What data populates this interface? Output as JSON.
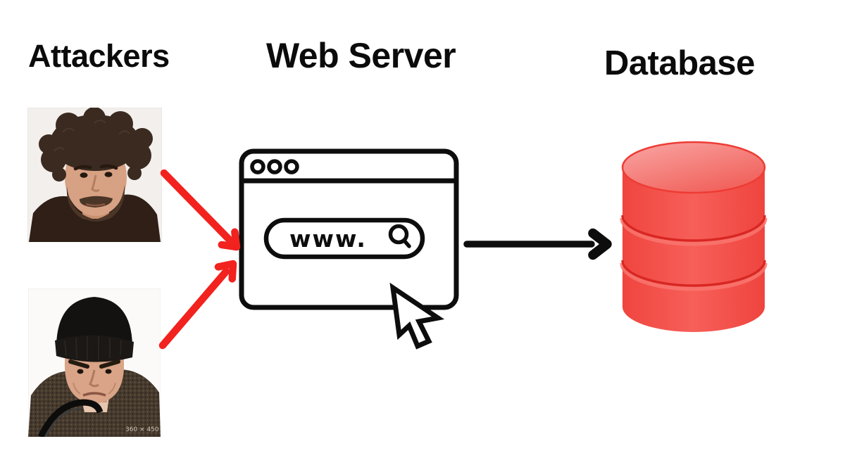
{
  "titles": {
    "attackers": "Attackers",
    "web_server": "Web Server",
    "database": "Database"
  },
  "web_server_window": {
    "address_text": "www."
  },
  "photos": {
    "bottom_watermark": "360 × 450"
  },
  "icons": {
    "browser": "browser-window-icon",
    "window_controls": "window-control-dots",
    "search": "magnifier-icon",
    "cursor": "cursor-arrow-icon",
    "database": "database-cylinder-icon"
  },
  "colors": {
    "arrow_red": "#f2221e",
    "arrow_black": "#0d0d0d",
    "database_body": "#f4524d",
    "database_top_light": "#f9a6a4",
    "database_separator": "#d92723",
    "title_text": "#0b0b0b"
  }
}
